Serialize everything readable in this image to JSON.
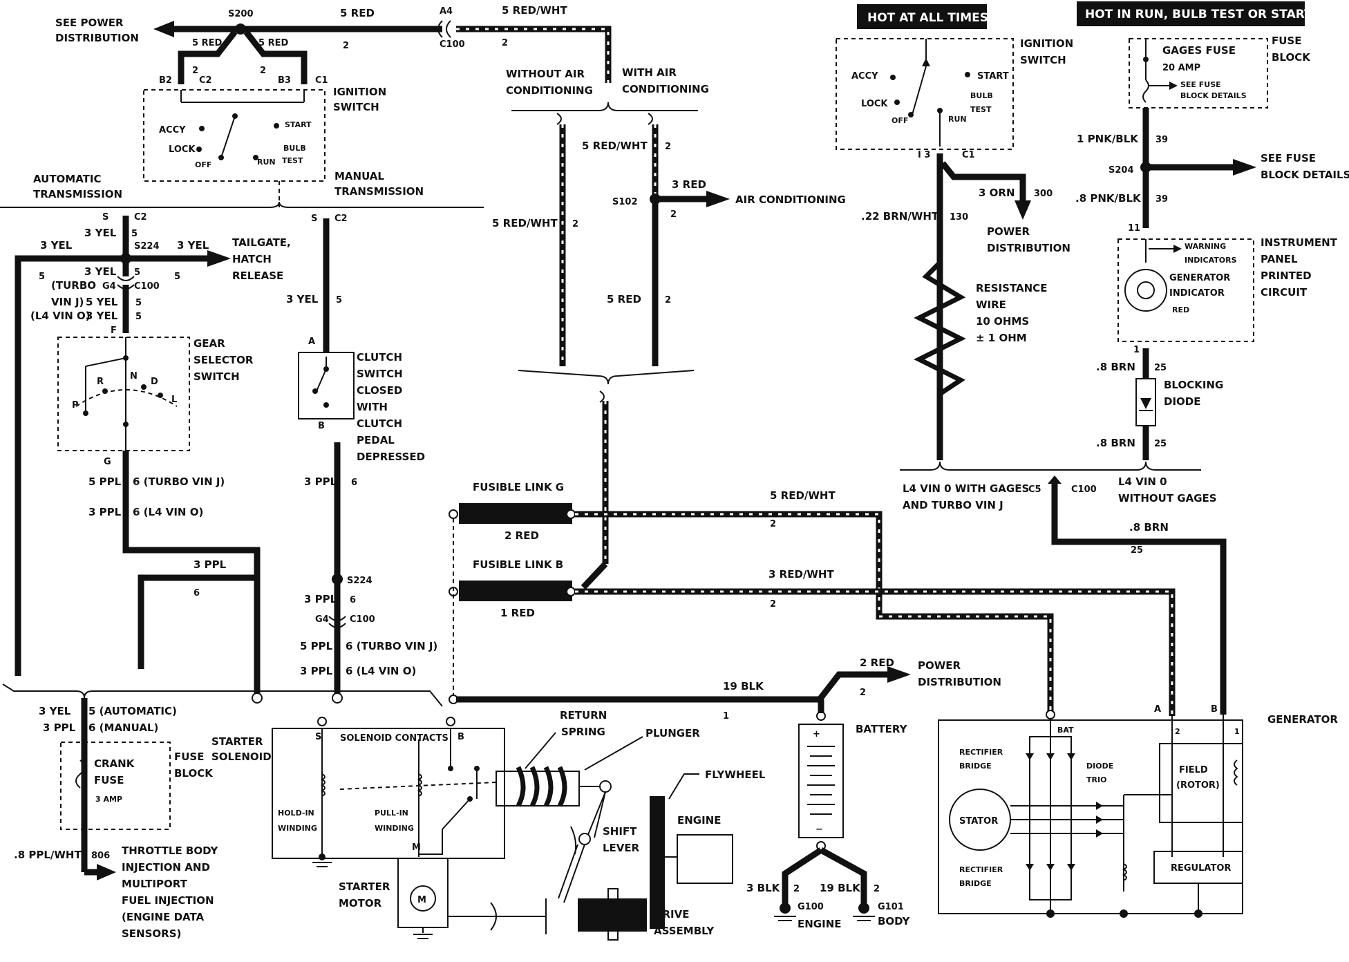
{
  "headers": {
    "hot_at_all_times": "HOT AT ALL TIMES",
    "hot_in_run": "HOT IN RUN,  BULB TEST OR START"
  },
  "left": {
    "see_power_distribution": [
      "SEE POWER",
      "DISTRIBUTION"
    ],
    "s200": "S200",
    "wire_5red_a": "5 RED",
    "wire_5red_b": "5 RED",
    "wire_5red_c": "5 RED",
    "num2_a": "2",
    "num2_b": "2",
    "num2_c": "2",
    "b2": "B2",
    "c2": "C2",
    "b3": "B3",
    "c1": "C1",
    "a4": "A4",
    "c100": "C100",
    "wire_5redwht": "5 RED/WHT",
    "ignition_switch": [
      "IGNITION",
      "SWITCH"
    ],
    "accy": "ACCY",
    "lock": "LOCK",
    "off": "OFF",
    "run": "RUN",
    "start": "START",
    "bulb": "BULB",
    "test": "TEST",
    "automatic_transmission": [
      "AUTOMATIC",
      "TRANSMISSION"
    ],
    "manual_transmission": [
      "MANUAL",
      "TRANSMISSION"
    ],
    "s": "S",
    "c2b": "C2",
    "three_yel": "3 YEL",
    "five": "5",
    "s224": "S224",
    "tailgate": [
      "TAILGATE,",
      "HATCH",
      "RELEASE"
    ],
    "turbo_vin_j": "(TURBO",
    "vin_j": "VIN J)",
    "g4": "G4",
    "five_yel": "5 YEL",
    "l4_vin_o": "(L4 VIN O)",
    "f": "F",
    "gear_selector_switch": [
      "GEAR",
      "SELECTOR",
      "SWITCH"
    ],
    "p": "P",
    "r": "R",
    "n": "N",
    "d": "D",
    "l": "L",
    "g": "G",
    "clutch_switch": [
      "CLUTCH",
      "SWITCH",
      "CLOSED",
      "WITH",
      "CLUTCH",
      "PEDAL",
      "DEPRESSED"
    ],
    "a": "A",
    "b": "B",
    "five_ppl": "5 PPL",
    "six_turbo": "6 (TURBO VIN J)",
    "three_ppl": "3 PPL",
    "six_l4": "6 (L4 VIN O)",
    "six": "6",
    "three_yel_b": "3 YEL",
    "five_auto": "5 (AUTOMATIC)",
    "three_ppl_b": "3 PPL",
    "six_manual": "6 (MANUAL)",
    "crank_fuse": [
      "CRANK",
      "FUSE",
      "3 AMP"
    ],
    "fuse_block": [
      "FUSE",
      "BLOCK"
    ],
    "starter_solenoid": [
      "STARTER",
      "SOLENOID"
    ],
    "ppl_wht": ".8 PPL/WHT",
    "n806": "806",
    "throttle_body": [
      "THROTTLE BODY",
      "INJECTION AND",
      "MULTIPORT",
      "FUEL INJECTION",
      "(ENGINE DATA",
      "SENSORS)"
    ]
  },
  "middle": {
    "without_ac": [
      "WITHOUT AIR",
      "CONDITIONING"
    ],
    "with_ac": [
      "WITH AIR",
      "CONDITIONING"
    ],
    "redwht": "5 RED/WHT",
    "two": "2",
    "three_red": "3 RED",
    "s102": "S102",
    "air_conditioning": "AIR CONDITIONING",
    "five_red": "5 RED",
    "fusible_link_g": "FUSIBLE LINK G",
    "two_red": "2 RED",
    "fusible_link_b": "FUSIBLE LINK B",
    "one_red": "1 RED",
    "three_redwht": "3 RED/WHT",
    "nineteen_blk": "19 BLK",
    "one": "1",
    "two_red_b": "2 RED",
    "power_distribution": [
      "POWER",
      "DISTRIBUTION"
    ],
    "battery": "BATTERY",
    "three_blk": "3 BLK",
    "nineteen_blk_b": "19 BLK",
    "g100": "G100",
    "engine_gnd": "ENGINE",
    "g101": "G101",
    "body": "BODY",
    "solenoid_contacts": "SOLENOID CONTACTS",
    "s_term": "S",
    "b_term": "B",
    "m_term": "M",
    "hold_in": [
      "HOLD-IN",
      "WINDING"
    ],
    "pull_in": [
      "PULL-IN",
      "WINDING"
    ],
    "starter_motor": [
      "STARTER",
      "MOTOR"
    ],
    "motor_m": "M",
    "return_spring": [
      "RETURN",
      "SPRING"
    ],
    "plunger": "PLUNGER",
    "flywheel": "FLYWHEEL",
    "engine": "ENGINE",
    "shift_lever": [
      "SHIFT",
      "LEVER"
    ],
    "drive_assembly": [
      "DRIVE",
      "ASSEMBLY"
    ]
  },
  "right": {
    "ignition_switch": [
      "IGNITION",
      "SWITCH"
    ],
    "accy": "ACCY",
    "lock": "LOCK",
    "off": "OFF",
    "run": "RUN",
    "start": "START",
    "bulb": "BULB",
    "test": "TEST",
    "i3": "I 3",
    "c1": "C1",
    "three_orn": "3 ORN",
    "n300": "300",
    "power_distribution": [
      "POWER",
      "DISTRIBUTION"
    ],
    "brn_wht": ".22 BRN/WHT",
    "n130": "130",
    "resistance_wire": [
      "RESISTANCE",
      "WIRE",
      "10 OHMS",
      "± 1 OHM"
    ],
    "gages_fuse": [
      "GAGES FUSE",
      "20 AMP",
      "SEE FUSE",
      "BLOCK DETAILS"
    ],
    "fuse_block": [
      "FUSE",
      "BLOCK"
    ],
    "pnk_blk1": "1 PNK/BLK",
    "n39": "39",
    "s204": "S204",
    "see_fuse_block": [
      "SEE FUSE",
      "BLOCK DETAILS"
    ],
    "pnk_blk8": ".8 PNK/BLK",
    "n39b": "39",
    "n11": "11",
    "warning_indicators": [
      "WARNING",
      "INDICATORS"
    ],
    "generator_indicator": [
      "GENERATOR",
      "INDICATOR",
      "RED"
    ],
    "instrument_panel": [
      "INSTRUMENT",
      "PANEL",
      "PRINTED",
      "CIRCUIT"
    ],
    "n1": "1",
    "brn8": ".8 BRN",
    "n25": "25",
    "blocking_diode": [
      "BLOCKING",
      "DIODE"
    ],
    "brn8b": ".8 BRN",
    "n25b": "25",
    "l4_with_gages": [
      "L4 VIN 0 WITH GAGES",
      "AND TURBO VIN J"
    ],
    "c5": "C5",
    "c100": "C100",
    "l4_without_gages": [
      "L4 VIN 0",
      "WITHOUT GAGES"
    ],
    "brn8c": ".8 BRN",
    "n25c": "25",
    "generator": "GENERATOR",
    "a": "A",
    "b": "B",
    "n2": "2",
    "n1b": "1",
    "bat": "BAT",
    "rectifier_bridge": [
      "RECTIFIER",
      "BRIDGE"
    ],
    "diode_trio": [
      "DIODE",
      "TRIO"
    ],
    "field_rotor": [
      "FIELD",
      "(ROTOR)"
    ],
    "stator": "STATOR",
    "regulator": "REGULATOR",
    "rectifier_bridge_b": [
      "RECTIFIER",
      "BRIDGE"
    ],
    "redwht_five": "5 RED/WHT",
    "two_a": "2",
    "redwht_three": "3 RED/WHT",
    "two_b": "2"
  }
}
